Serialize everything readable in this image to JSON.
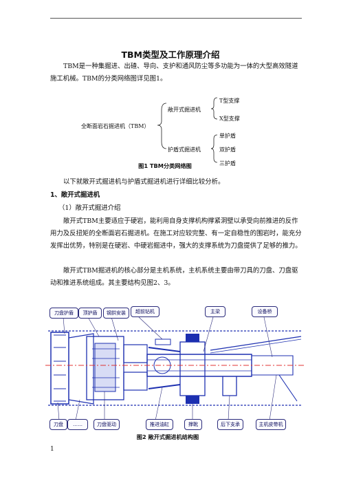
{
  "doc": {
    "title": "TBM类型及工作原理介绍",
    "intro": "TBM是一种集掘进、出碴、导向、支护和通风防尘等多功能为一体的大型高效隧道施工机械。TBM的分类网络图详见图1。",
    "after_fig1": "以下就敞开式掘进机与护盾式掘进机进行详细比较分析。",
    "section1": "1、敞开式掘进机",
    "sub1": "（1）敞开式掘进介绍",
    "para1": "敞开式TBM主要适应于硬岩，能利用自身支撑机构撑紧洞壁以承受向前推进的反作用力及反扭矩的全断面岩石掘进机。在施工对应较完整、有一定自稳性的围岩时，能充分发挥出优势，特别是在硬岩、中硬岩掘进中，强大的支撑系统为刀盘提供了足够的推力。",
    "para2": "敞开式TBM掘进机的核心部分是主机系统，主机系统主要由带刀具的刀盘、刀盘驱动和推进系统组成。其主要结构见图2、3。",
    "page_number": "1"
  },
  "fig1": {
    "root": "全断面岩石掘进机（TBM）",
    "open": "敞开式掘进机",
    "open_children": [
      "T型支撑",
      "X型支撑"
    ],
    "shield": "护盾式掘进机",
    "shield_children": [
      "单护盾",
      "双护盾",
      "三护盾"
    ],
    "caption": "图1  TBM分类网络图"
  },
  "fig2": {
    "top_labels": [
      "刀盘护盾",
      "顶护盾",
      "钢拱安装",
      "超前钻机",
      "主梁",
      "设备桥"
    ],
    "bottom_labels": [
      "刀盘",
      "……",
      "刀盘驱动",
      "推进油缸",
      "撑靴",
      "后下支承",
      "主机皮带机"
    ],
    "caption": "图2  敞开式掘进机结构图",
    "colors": {
      "machine": "#1c2fb0",
      "callout": "#2a2a7a",
      "axis": "#e03030"
    }
  }
}
